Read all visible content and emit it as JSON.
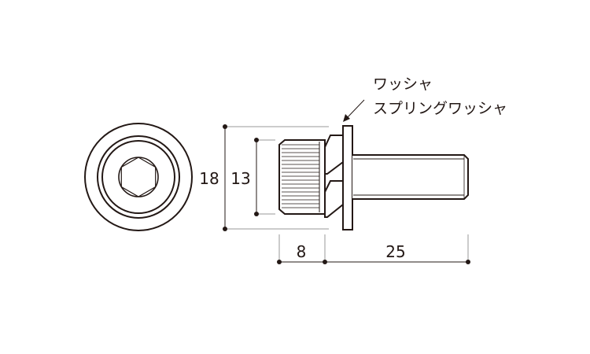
{
  "labels": {
    "washer": "ワッシャ",
    "spring_washer": "スプリングワッシャ"
  },
  "dimensions": {
    "washer_diameter": "18",
    "head_diameter": "13",
    "head_length": "8",
    "shaft_length": "25"
  },
  "colors": {
    "line": "#231815",
    "extension": "#9a9a9a"
  }
}
